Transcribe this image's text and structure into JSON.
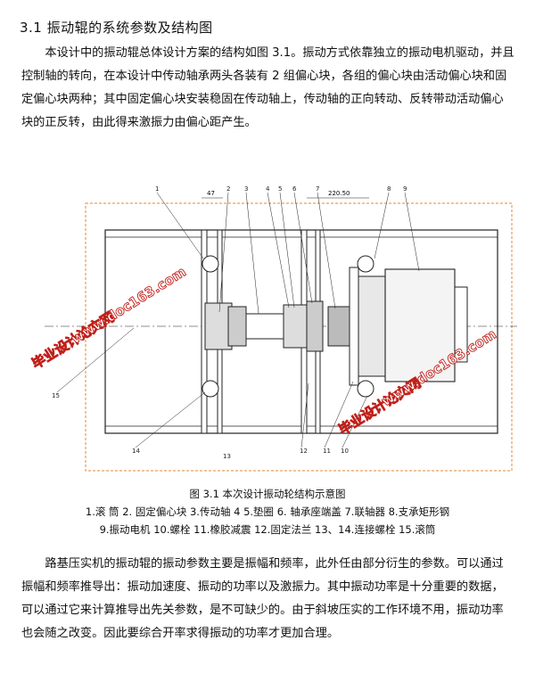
{
  "section_heading": "3.1 振动辊的系统参数及结构图",
  "paragraph1": "本设计中的振动辊总体设计方案的结构如图 3.1。振动方式依靠独立的振动电机驱动，并且控制轴的转向，在本设计中传动轴承两头各装有 2 组偏心块，各组的偏心块由活动偏心块和固定偏心块两种；其中固定偏心块安装稳固在传动轴上，传动轴的正向转动、反转带动活动偏心块的正反转，由此得来激振力由偏心距产生。",
  "figure": {
    "caption": "图 3.1  本次设计振动轮结构示意图",
    "legend_line1": "1.滚 筒   2. 固定偏心块   3.传动轴   4 5.垫圈  6.  轴承座端盖  7.联轴器 8.支承矩形钢",
    "legend_line2": "9.振动电机  10.螺栓  11.橡胶减震  12.固定法兰  13、14.连接螺栓    15.滚筒",
    "dims": {
      "d1": "47",
      "d2": "220.50"
    },
    "part_numbers_top": [
      "1",
      "2",
      "3",
      "4",
      "5",
      "6",
      "7",
      "8",
      "9"
    ],
    "part_numbers_bottom": [
      "15",
      "14",
      "13",
      "12",
      "11",
      "10"
    ],
    "watermarks": [
      "毕业设计论文网",
      "www.doc163.com"
    ]
  },
  "paragraph2": "路基压实机的振动辊的振动参数主要是振幅和频率，此外任由部分衍生的参数。可以通过振幅和频率推导出：振动加速度、振动的功率以及激振力。其中振动功率是十分重要的数据，可以通过它来计算推导出先关参数，是不可缺少的。由于斜坡压实的工作环境不用，振动功率也会随之改变。因此要综合开率求得振动的功率才更加合理。",
  "colors": {
    "line": "#222222",
    "dash": "#e0883a",
    "watermark": "#c0201a",
    "watermark_fill": "#ffffff"
  }
}
